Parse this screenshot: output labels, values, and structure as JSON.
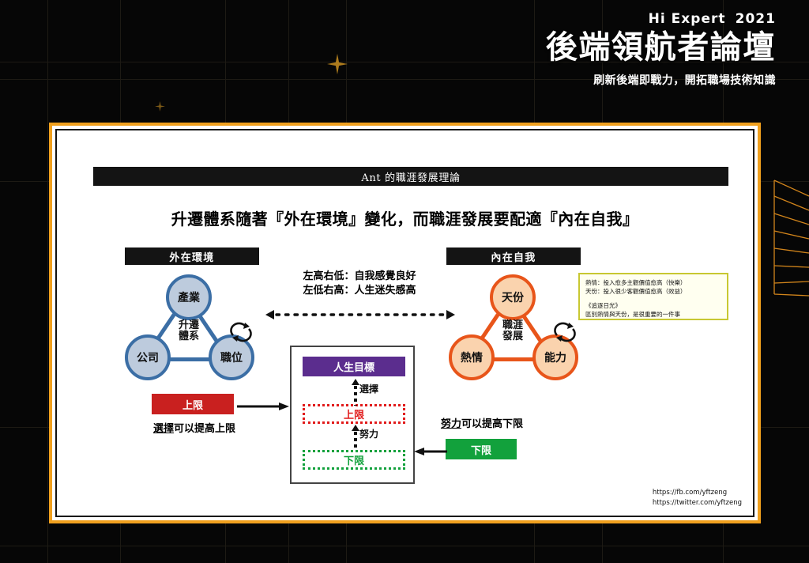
{
  "header": {
    "kicker": "Hi Expert",
    "year": "2021",
    "title": "後端領航者論壇",
    "subtitle": "刷新後端即戰力，開拓職場技術知識"
  },
  "slide": {
    "bar_title": "Ant 的職涯發展理論",
    "headline": "升遷體系隨著『外在環境』變化，而職涯發展要配適『內在自我』",
    "left_section_label": "外在環境",
    "right_section_label": "內在自我",
    "left_triangle": {
      "top": "產業",
      "left": "公司",
      "right": "職位",
      "center_line1": "升遷",
      "center_line2": "體系",
      "cycle_icon": "refresh-cycle-icon"
    },
    "right_triangle": {
      "top": "天份",
      "left": "熱情",
      "right": "能力",
      "center_line1": "職涯",
      "center_line2": "發展",
      "cycle_icon": "refresh-cycle-icon"
    },
    "middle_note": {
      "line1": "左高右低：自我感覺良好",
      "line2": "左低右高：人生迷失感高"
    },
    "yellow_note": {
      "line1": "熱情：投入愈多主觀價值愈高（快樂）",
      "line2": "天份：投入很少客觀價值愈高（效益）",
      "line3": "《追逐日光》",
      "line4": "區別熱情與天份，是很重要的一件事"
    },
    "stack": {
      "goal": "人生目標",
      "choose_label": "選擇",
      "upper": "上限",
      "effort_label": "努力",
      "lower": "下限"
    },
    "left_chip": "上限",
    "left_caption_underline": "選擇",
    "left_caption_rest": "可以提高上限",
    "right_chip": "下限",
    "right_caption_underline": "努力",
    "right_caption_rest": "可以提高下限",
    "urls": {
      "facebook": "https://fb.com/yftzeng",
      "twitter": "https://twitter.com/yftzeng"
    }
  },
  "colors": {
    "accent_orange": "#f0a01e",
    "blue_node_fill": "#bdcbdd",
    "blue_node_border": "#3b6ea5",
    "peach_node_fill": "#fad3ae",
    "peach_node_border": "#e8551a",
    "purple": "#5b2d8e",
    "red": "#c9201f",
    "green": "#12a13c",
    "note_border": "#c8c832"
  }
}
